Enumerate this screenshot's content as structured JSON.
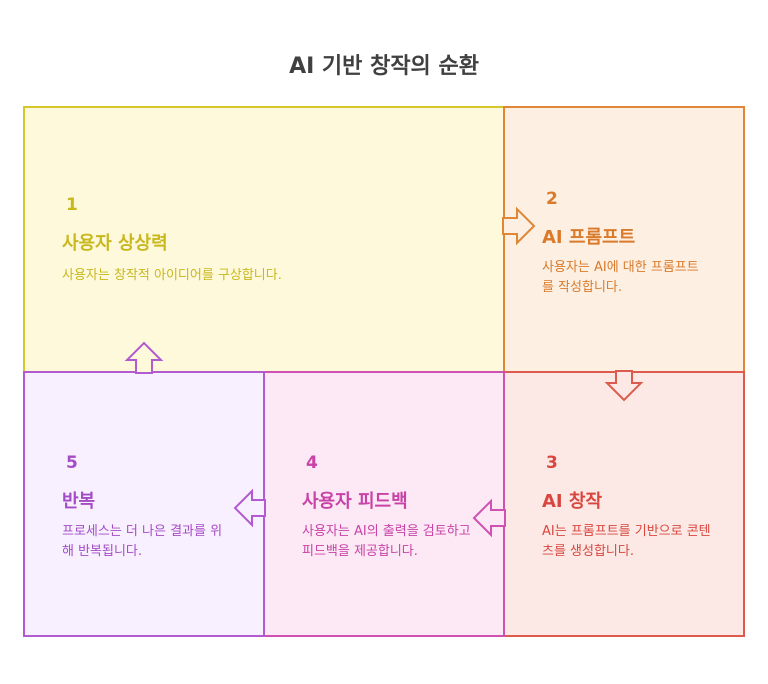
{
  "title": "AI 기반 창작의 순환",
  "steps": [
    {
      "number": "1",
      "heading": "사용자 상상력",
      "description": "사용자는 창작적 아이디어를 구상합니다.",
      "color": "#d6c82c"
    },
    {
      "number": "2",
      "heading": "AI 프롬프트",
      "description": "사용자는 AI에 대한 프롬프트를 작성합니다.",
      "color": "#df8637"
    },
    {
      "number": "3",
      "heading": "AI 창작",
      "description": "AI는 프롬프트를 기반으로 콘텐츠를 생성합니다.",
      "color": "#dd5a4d"
    },
    {
      "number": "4",
      "heading": "사용자 피드백",
      "description": "사용자는 AI의 출력을 검토하고 피드백을 제공합니다.",
      "color": "#cf52b3"
    },
    {
      "number": "5",
      "heading": "반복",
      "description": "프로세스는 더 나은 결과를 위해 반복됩니다.",
      "color": "#b25ad0"
    }
  ]
}
